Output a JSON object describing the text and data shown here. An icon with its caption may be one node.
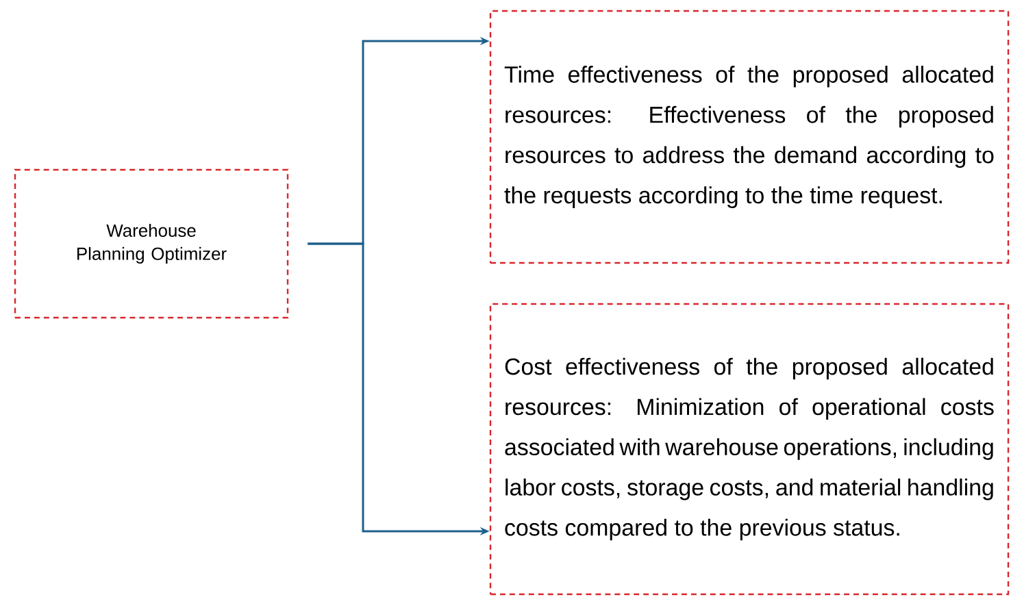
{
  "diagram": {
    "nodes": [
      {
        "text": [
          "Warehouse Planning Optimizer"
        ]
      },
      {
        "text": [
          "Time effectiveness of the proposed allocated resources: Effectiveness of the proposed resources to address the demand according to the requests according to the time request."
        ]
      },
      {
        "text": [
          "Cost effectiveness of the proposed allocated resources: Minimization of operational costs associated with warehouse operations, including labor costs, storage costs, and material handling costs compared to the previous status."
        ]
      }
    ],
    "edges": [
      {
        "from": 0,
        "to": 1,
        "arrow": "to"
      },
      {
        "from": 0,
        "to": 2,
        "arrow": "to"
      }
    ]
  }
}
